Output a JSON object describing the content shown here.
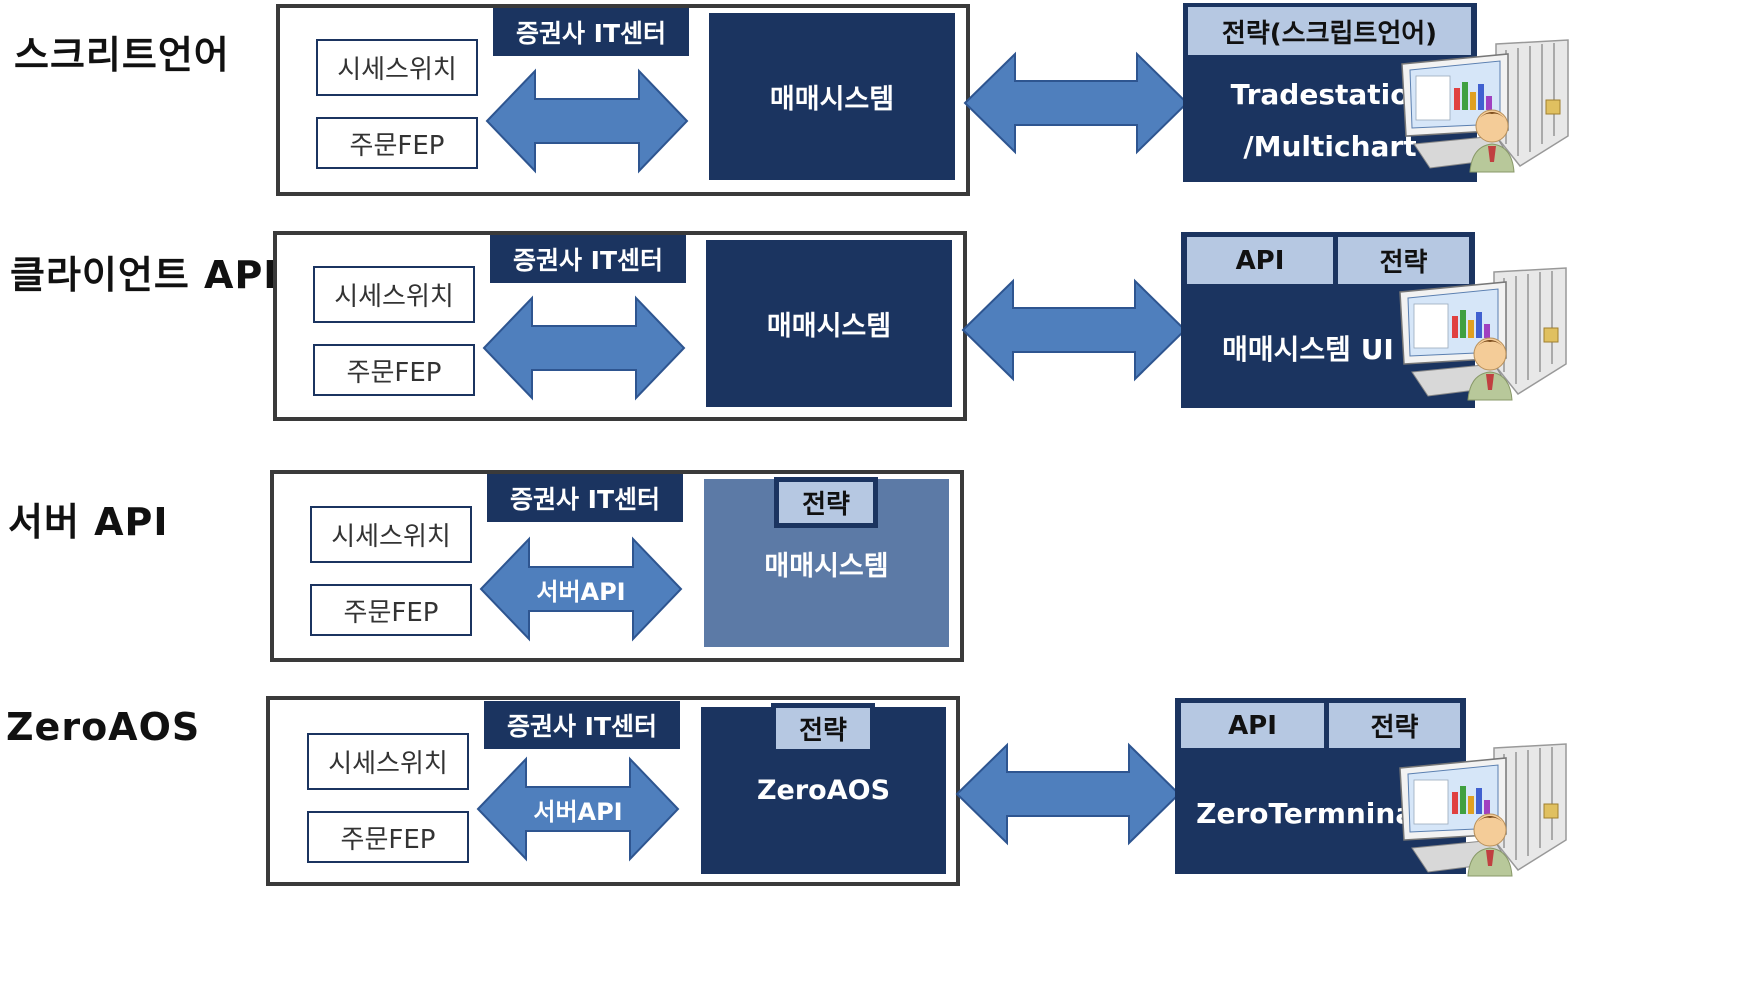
{
  "rows": [
    {
      "label": "스크리트언어",
      "tab": "증권사 IT센터",
      "box1": "시세스위치",
      "box2": "주문FEP",
      "arrow_label": "",
      "system": "매매시스템",
      "client_tabs": [
        "전략(스크립트언어)"
      ],
      "client_lines": [
        "Tradestation",
        "/Multichart"
      ]
    },
    {
      "label": "클라이언트 API",
      "tab": "증권사 IT센터",
      "box1": "시세스위치",
      "box2": "주문FEP",
      "arrow_label": "",
      "system": "매매시스템",
      "client_tabs": [
        "API",
        "전략"
      ],
      "client_lines": [
        "매매시스템 UI"
      ]
    },
    {
      "label": "서버 API",
      "tab": "증권사 IT센터",
      "box1": "시세스위치",
      "box2": "주문FEP",
      "arrow_label": "서버API",
      "strategy": "전략",
      "system": "매매시스템"
    },
    {
      "label": "ZeroAOS",
      "tab": "증권사 IT센터",
      "box1": "시세스위치",
      "box2": "주문FEP",
      "arrow_label": "서버API",
      "strategy": "전략",
      "system": "ZeroAOS",
      "client_tabs": [
        "API",
        "전략"
      ],
      "client_lines": [
        "ZeroTermninal"
      ]
    }
  ],
  "colors": {
    "navy": "#1b3460",
    "arrow_blue": "#4f7fbd",
    "light_tab": "#b6c8e2",
    "light_system": "#5c7aa6"
  },
  "icons": [
    "computer-user-icon"
  ]
}
